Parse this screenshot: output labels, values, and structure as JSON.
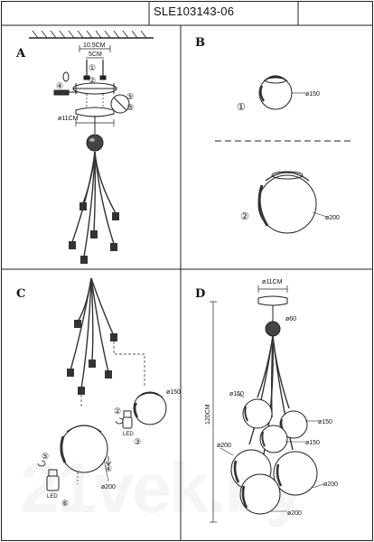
{
  "title": "SLE103143-06",
  "panels": {
    "a": {
      "letter": "A",
      "dim_top": "10.5CM",
      "dim_inner": "5CM",
      "dim_canopy": "ø11CM",
      "steps": [
        "①",
        "②",
        "③",
        "④",
        "⑤"
      ]
    },
    "b": {
      "letter": "B",
      "items": [
        {
          "num": "①",
          "dia": "ø150"
        },
        {
          "num": "②",
          "dia": "ø200"
        }
      ]
    },
    "c": {
      "letter": "C",
      "shade_small": "ø150",
      "shade_large": "ø200",
      "steps": [
        "②",
        "③",
        "④",
        "⑤",
        "⑥"
      ],
      "led_label": "LED"
    },
    "d": {
      "letter": "D",
      "canopy": "ø11CM",
      "ball": "ø60",
      "height": "120CM",
      "shade_labels": [
        "ø150",
        "ø150",
        "ø150",
        "ø200",
        "ø200",
        "ø200"
      ]
    }
  },
  "watermark": "21vek.by"
}
